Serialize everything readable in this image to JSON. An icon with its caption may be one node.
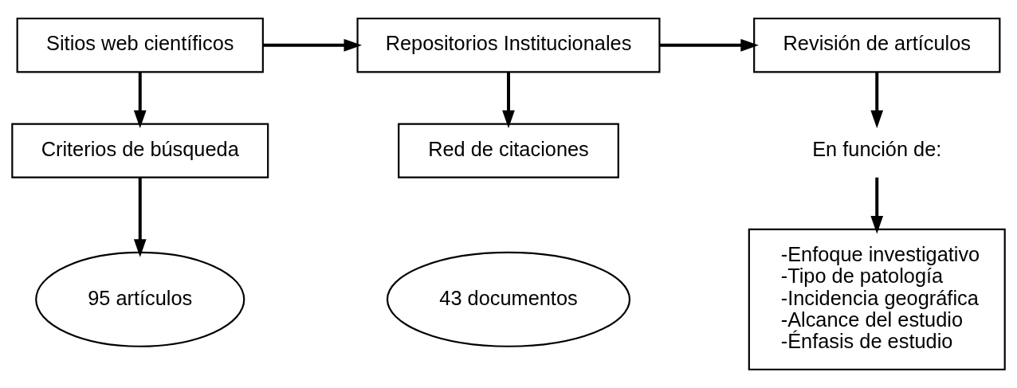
{
  "diagram": {
    "nodes": [
      {
        "text": [
          "Sitios web científicos"
        ]
      },
      {
        "text": [
          "Repositorios Institucionales"
        ]
      },
      {
        "text": [
          "Revisión de artículos"
        ]
      },
      {
        "text": [
          "Criterios de búsqueda"
        ]
      },
      {
        "text": [
          "95 artículos"
        ]
      },
      {
        "text": [
          "Red de citaciones"
        ]
      },
      {
        "text": [
          "43 documentos"
        ]
      },
      {
        "text": [
          "En función de:"
        ]
      },
      {
        "text": [
          "-Enfoque investigativo",
          "-Tipo de patología",
          "-Incidencia geográfica",
          "-Alcance del estudio",
          "-Énfasis de estudio"
        ]
      }
    ],
    "edges": [
      {
        "from": 0,
        "to": 1,
        "arrow": "to"
      },
      {
        "from": 1,
        "to": 2,
        "arrow": "to"
      },
      {
        "from": 0,
        "to": 3,
        "arrow": "to"
      },
      {
        "from": 3,
        "to": 4,
        "arrow": "to"
      },
      {
        "from": 1,
        "to": 5,
        "arrow": "to"
      },
      {
        "from": 2,
        "to": 7,
        "arrow": "to"
      },
      {
        "from": 7,
        "to": 8,
        "arrow": "to"
      }
    ]
  }
}
